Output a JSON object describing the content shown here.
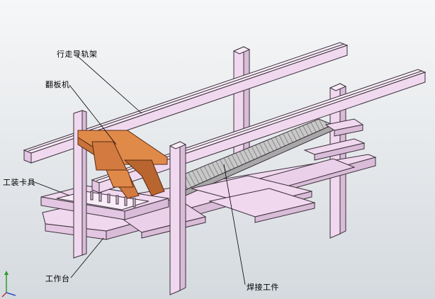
{
  "labels": {
    "gantry_rail": "行走导轨架",
    "flip_machine": "翻板机",
    "fixture": "工装卡具",
    "worktable": "工作台",
    "workpiece": "焊接工件"
  },
  "colors": {
    "frame_fill": "#f0d8ef",
    "frame_stroke": "#3a2f3a",
    "flip_machine_fill": "#e08a4a",
    "workpiece_fill": "#b9b9b9",
    "background_top": "#f6f7f8",
    "background_bottom": "#d5dadf",
    "axis_green": "#2b9a2b",
    "axis_blue": "#2b4fc4",
    "axis_red": "#c43030"
  },
  "icons": [
    "coordinate-triad-icon"
  ]
}
